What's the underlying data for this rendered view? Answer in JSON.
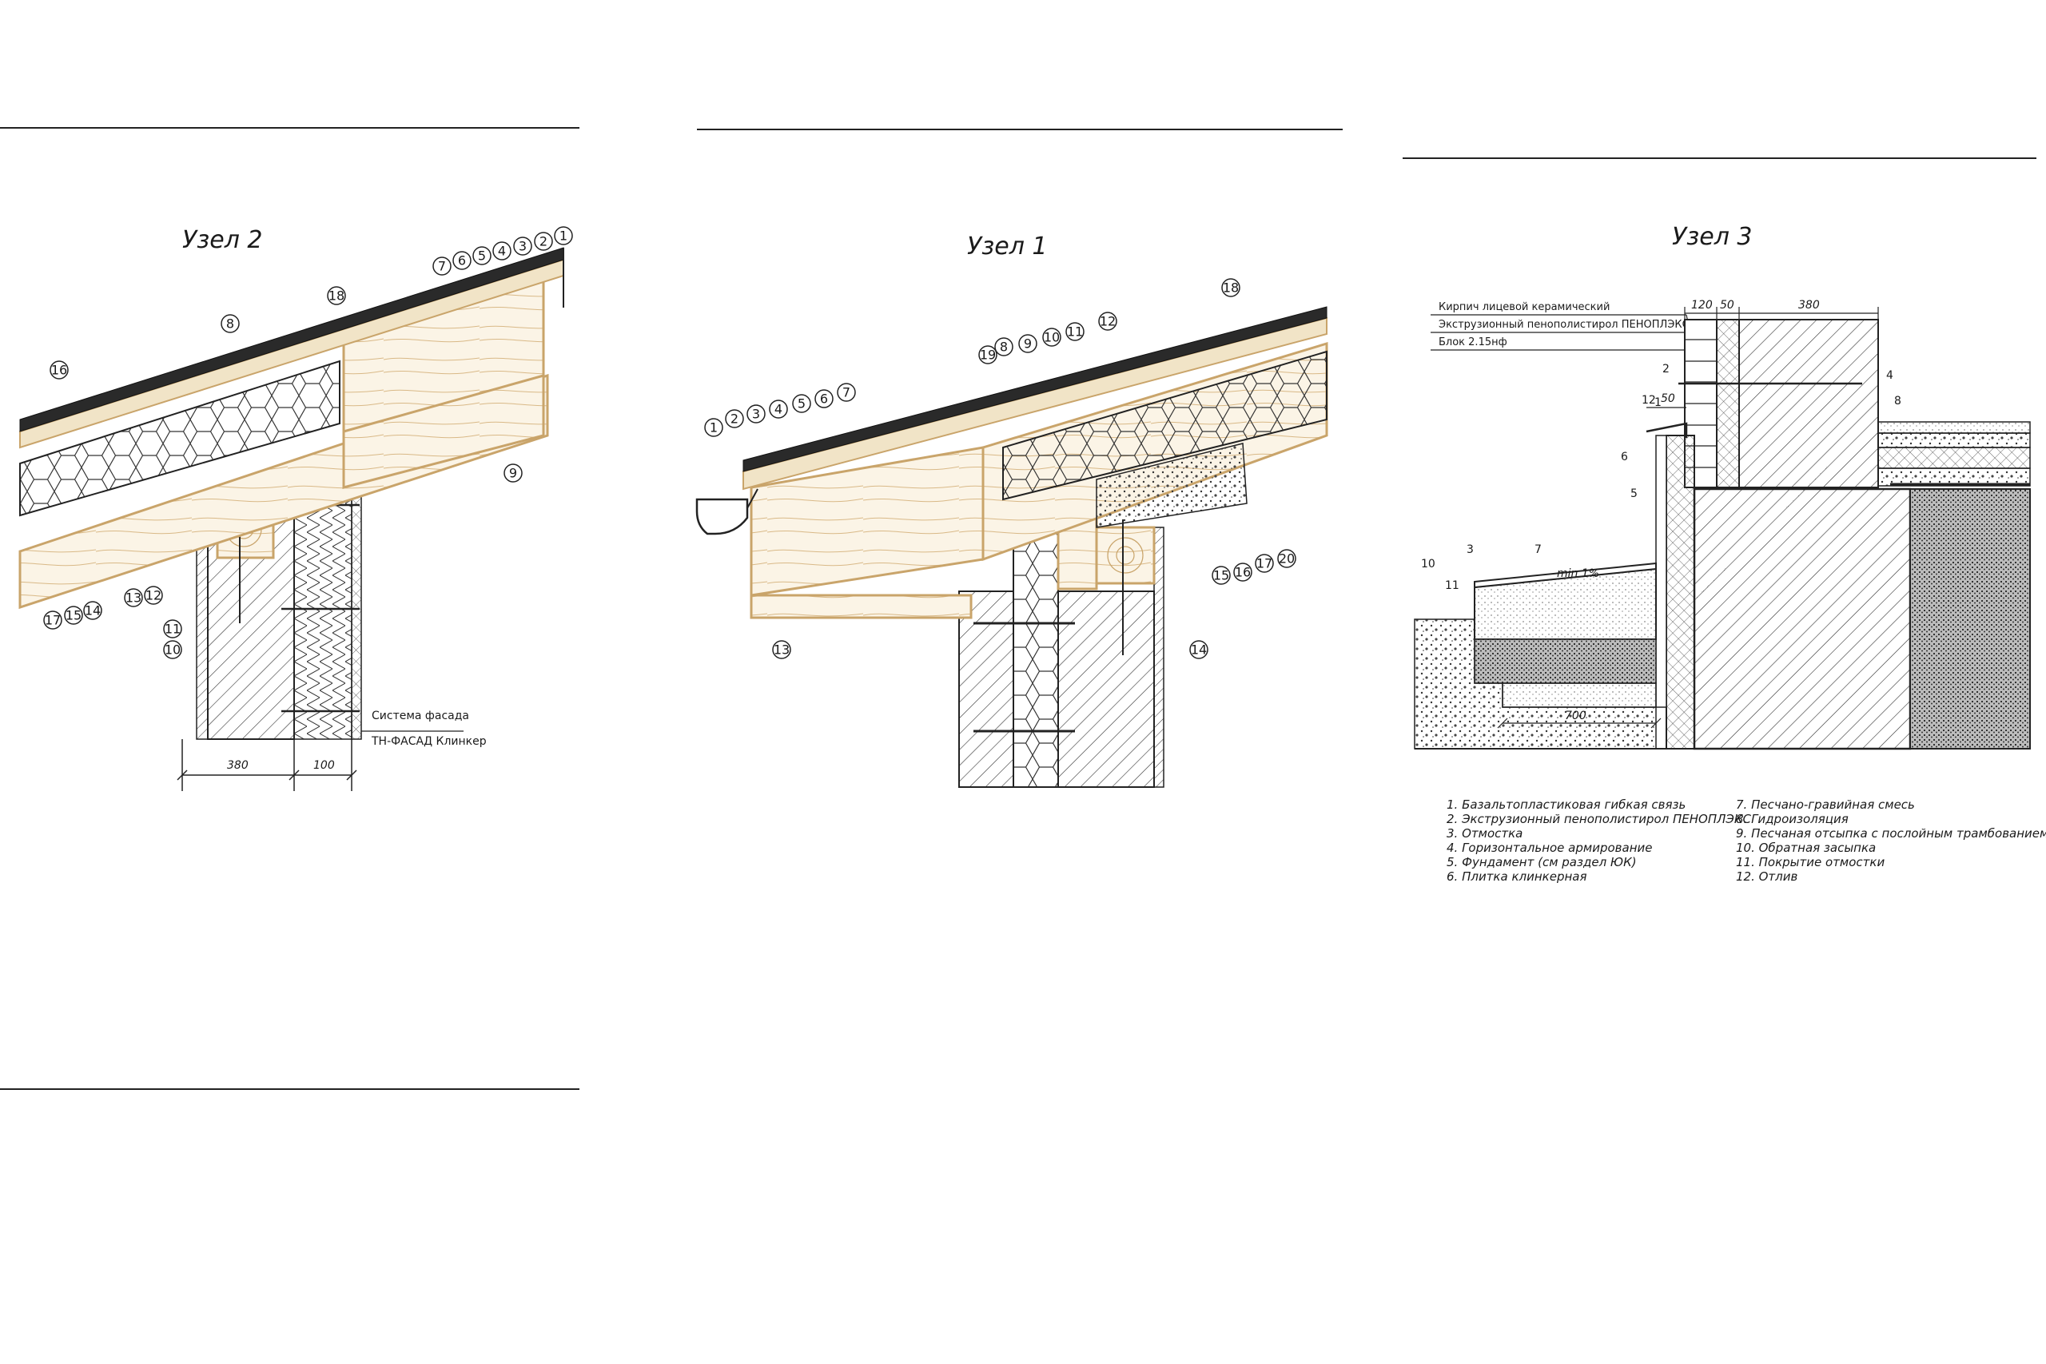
{
  "titles": {
    "node2": "Узел 2",
    "node1": "Узел 1",
    "node3": "Узел 3"
  },
  "node2": {
    "callouts": [
      "1",
      "2",
      "3",
      "4",
      "5",
      "6",
      "7",
      "8",
      "9",
      "10",
      "11",
      "12",
      "13",
      "14",
      "15",
      "16",
      "17",
      "18"
    ],
    "note_line1": "Система фасада",
    "note_line2": "ТН-ФАСАД Клинкер",
    "dim_wall": "380",
    "dim_facade": "100"
  },
  "node1": {
    "callouts": [
      "1",
      "2",
      "3",
      "4",
      "5",
      "6",
      "7",
      "8",
      "9",
      "10",
      "11",
      "12",
      "13",
      "14",
      "15",
      "16",
      "17",
      "18",
      "19",
      "20"
    ]
  },
  "node3": {
    "labels": [
      "Кирпич лицевой керамический",
      "Экструзионный пенополистирол ПЕНОПЛЭКС",
      "Блок 2.15нф"
    ],
    "dims": {
      "d120": "120",
      "d50a": "50",
      "d380": "380",
      "d50b": "50",
      "d700": "700"
    },
    "slope": "min 1%",
    "marks": [
      "1",
      "2",
      "3",
      "4",
      "5",
      "6",
      "7",
      "8",
      "10",
      "11",
      "12"
    ],
    "legend_left": [
      "1. Базальтопластиковая гибкая связь",
      "2. Экструзионный пенополистирол ПЕНОПЛЭКС",
      "3. Отмостка",
      "4. Горизонтальное армирование",
      "5. Фундамент (см раздел ЮК)",
      "6. Плитка клинкерная"
    ],
    "legend_right": [
      "7. Песчано-гравийная смесь",
      "8. Гидроизоляция",
      "9. Песчаная отсыпка с послойным трамбованием",
      "10. Обратная засыпка",
      "11.  Покрытие отмостки",
      "12. Отлив"
    ]
  },
  "colors": {
    "ink": "#1a1a1a",
    "wood": "#c9a46a",
    "wood_fill": "#fbf4e6",
    "roof": "#2a2a2a"
  }
}
